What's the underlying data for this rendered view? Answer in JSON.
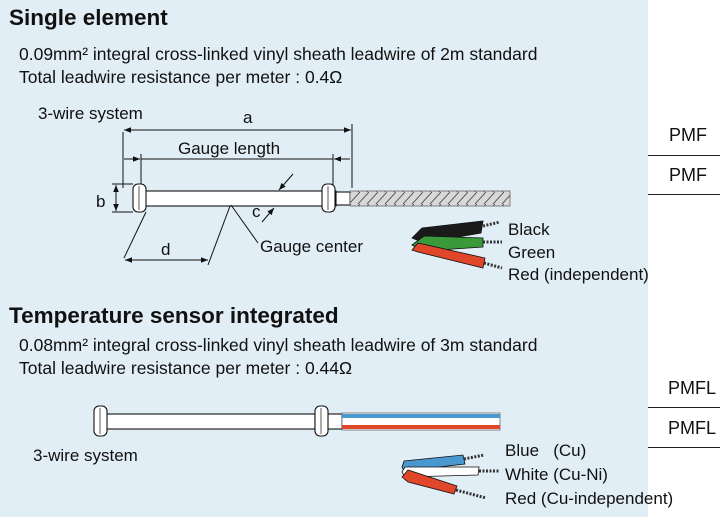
{
  "single": {
    "heading": "Single element",
    "spec_line": "0.09mm² integral cross-linked vinyl sheath leadwire of 2m standard",
    "resistance_line": "Total leadwire resistance per meter : 0.4Ω",
    "system_label": "3-wire system",
    "dim_a": "a",
    "dim_b": "b",
    "dim_c": "c",
    "dim_d": "d",
    "gauge_length_label": "Gauge length",
    "gauge_center_label": "Gauge center",
    "wires": [
      "Black",
      "Green",
      "Red (independent)"
    ],
    "part_numbers": [
      "PMF",
      "PMF"
    ]
  },
  "temp": {
    "heading": "Temperature sensor integrated",
    "spec_line": "0.08mm² integral cross-linked vinyl sheath leadwire of 3m standard",
    "resistance_line": "Total leadwire resistance per meter : 0.44Ω",
    "system_label": "3-wire system",
    "wires": [
      "Blue   (Cu)",
      "White (Cu-Ni)",
      "Red (Cu-independent)"
    ],
    "part_numbers": [
      "PMFL",
      "PMFL"
    ]
  },
  "colors": {
    "panel_bg": "#e1eef6",
    "wire_black": "#1a1a1a",
    "wire_green": "#3a9a3a",
    "wire_red": "#e0462a",
    "wire_blue": "#4a98d0",
    "wire_white": "#ffffff"
  }
}
